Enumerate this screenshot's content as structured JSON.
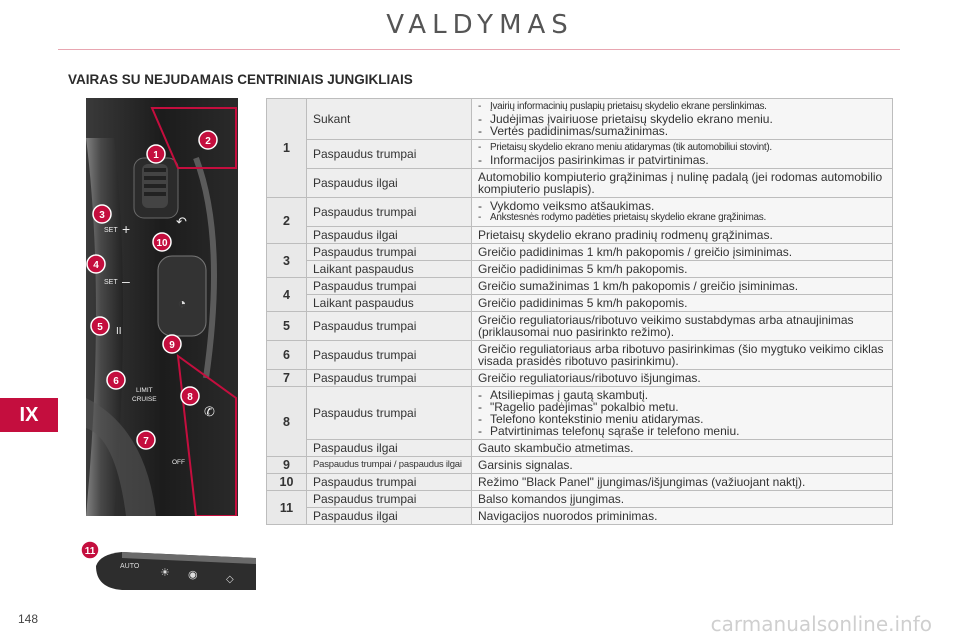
{
  "header": {
    "title": "VALDYMAS"
  },
  "section_title": "VAIRAS SU NEJUDAMAIS CENTRINIAIS JUNGIKLIAIS",
  "chapter": "IX",
  "page_number": "148",
  "watermark": "carmanualsonline.info",
  "wheel_image": {
    "callouts": [
      "1",
      "2",
      "3",
      "4",
      "5",
      "6",
      "7",
      "8",
      "9",
      "10",
      "11"
    ],
    "labels": {
      "set_plus": "SET",
      "set_minus": "SET",
      "limit": "LIMIT",
      "cruise": "CRUISE",
      "off": "OFF"
    },
    "callout_color": "#c40e3e"
  },
  "stalk_image": {
    "callout": "11",
    "label_auto": "AUTO"
  },
  "rows": [
    {
      "num": "1",
      "actions": [
        {
          "label": "Sukant",
          "items": [
            "Įvairių informacinių puslapių prietaisų skydelio ekrane perslinkimas.",
            "Judėjimas įvairiuose prietaisų skydelio ekrano meniu.",
            "Vertės padidinimas/sumažinimas."
          ]
        },
        {
          "label": "Paspaudus trumpai",
          "items": [
            "Prietaisų skydelio ekrano meniu atidarymas (tik automobiliui stovint).",
            "Informacijos pasirinkimas ir patvirtinimas."
          ]
        },
        {
          "label": "Paspaudus ilgai",
          "text": "Automobilio kompiuterio grąžinimas į nulinę padalą (jei rodomas automobilio kompiuterio puslapis)."
        }
      ]
    },
    {
      "num": "2",
      "actions": [
        {
          "label": "Paspaudus trumpai",
          "items": [
            "Vykdomo veiksmo atšaukimas.",
            "Ankstesnės rodymo padėties prietaisų skydelio ekrane grąžinimas."
          ]
        },
        {
          "label": "Paspaudus ilgai",
          "text": "Prietaisų skydelio ekrano pradinių rodmenų grąžinimas."
        }
      ]
    },
    {
      "num": "3",
      "actions": [
        {
          "label": "Paspaudus trumpai",
          "text": "Greičio padidinimas 1 km/h pakopomis / greičio įsiminimas."
        },
        {
          "label": "Laikant paspaudus",
          "text": "Greičio padidinimas 5 km/h pakopomis."
        }
      ]
    },
    {
      "num": "4",
      "actions": [
        {
          "label": "Paspaudus trumpai",
          "text": "Greičio sumažinimas 1 km/h pakopomis / greičio įsiminimas."
        },
        {
          "label": "Laikant paspaudus",
          "text": "Greičio padidinimas 5 km/h pakopomis."
        }
      ]
    },
    {
      "num": "5",
      "actions": [
        {
          "label": "Paspaudus trumpai",
          "text": "Greičio reguliatoriaus/ribotuvo veikimo sustabdymas arba atnaujinimas (priklausomai nuo pasirinkto režimo)."
        }
      ]
    },
    {
      "num": "6",
      "actions": [
        {
          "label": "Paspaudus trumpai",
          "text": "Greičio reguliatoriaus arba ribotuvo pasirinkimas (šio mygtuko veikimo ciklas visada prasidės ribotuvo pasirinkimu)."
        }
      ]
    },
    {
      "num": "7",
      "actions": [
        {
          "label": "Paspaudus trumpai",
          "text": "Greičio reguliatoriaus/ribotuvo išjungimas."
        }
      ]
    },
    {
      "num": "8",
      "actions": [
        {
          "label": "Paspaudus trumpai",
          "items": [
            "Atsiliepimas į gautą skambutį.",
            "\"Ragelio padėjimas\" pokalbio metu.",
            "Telefono kontekstinio meniu atidarymas.",
            "Patvirtinimas telefonų sąraše ir telefono meniu."
          ]
        },
        {
          "label": "Paspaudus ilgai",
          "text": "Gauto skambučio atmetimas."
        }
      ]
    },
    {
      "num": "9",
      "actions": [
        {
          "label": "Paspaudus trumpai / paspaudus ilgai",
          "text": "Garsinis signalas."
        }
      ]
    },
    {
      "num": "10",
      "actions": [
        {
          "label": "Paspaudus trumpai",
          "text": "Režimo \"Black Panel\" įjungimas/išjungimas (važiuojant naktį)."
        }
      ]
    },
    {
      "num": "11",
      "actions": [
        {
          "label": "Paspaudus trumpai",
          "text": "Balso komandos įjungimas."
        },
        {
          "label": "Paspaudus ilgai",
          "text": "Navigacijos nuorodos priminimas."
        }
      ]
    }
  ]
}
